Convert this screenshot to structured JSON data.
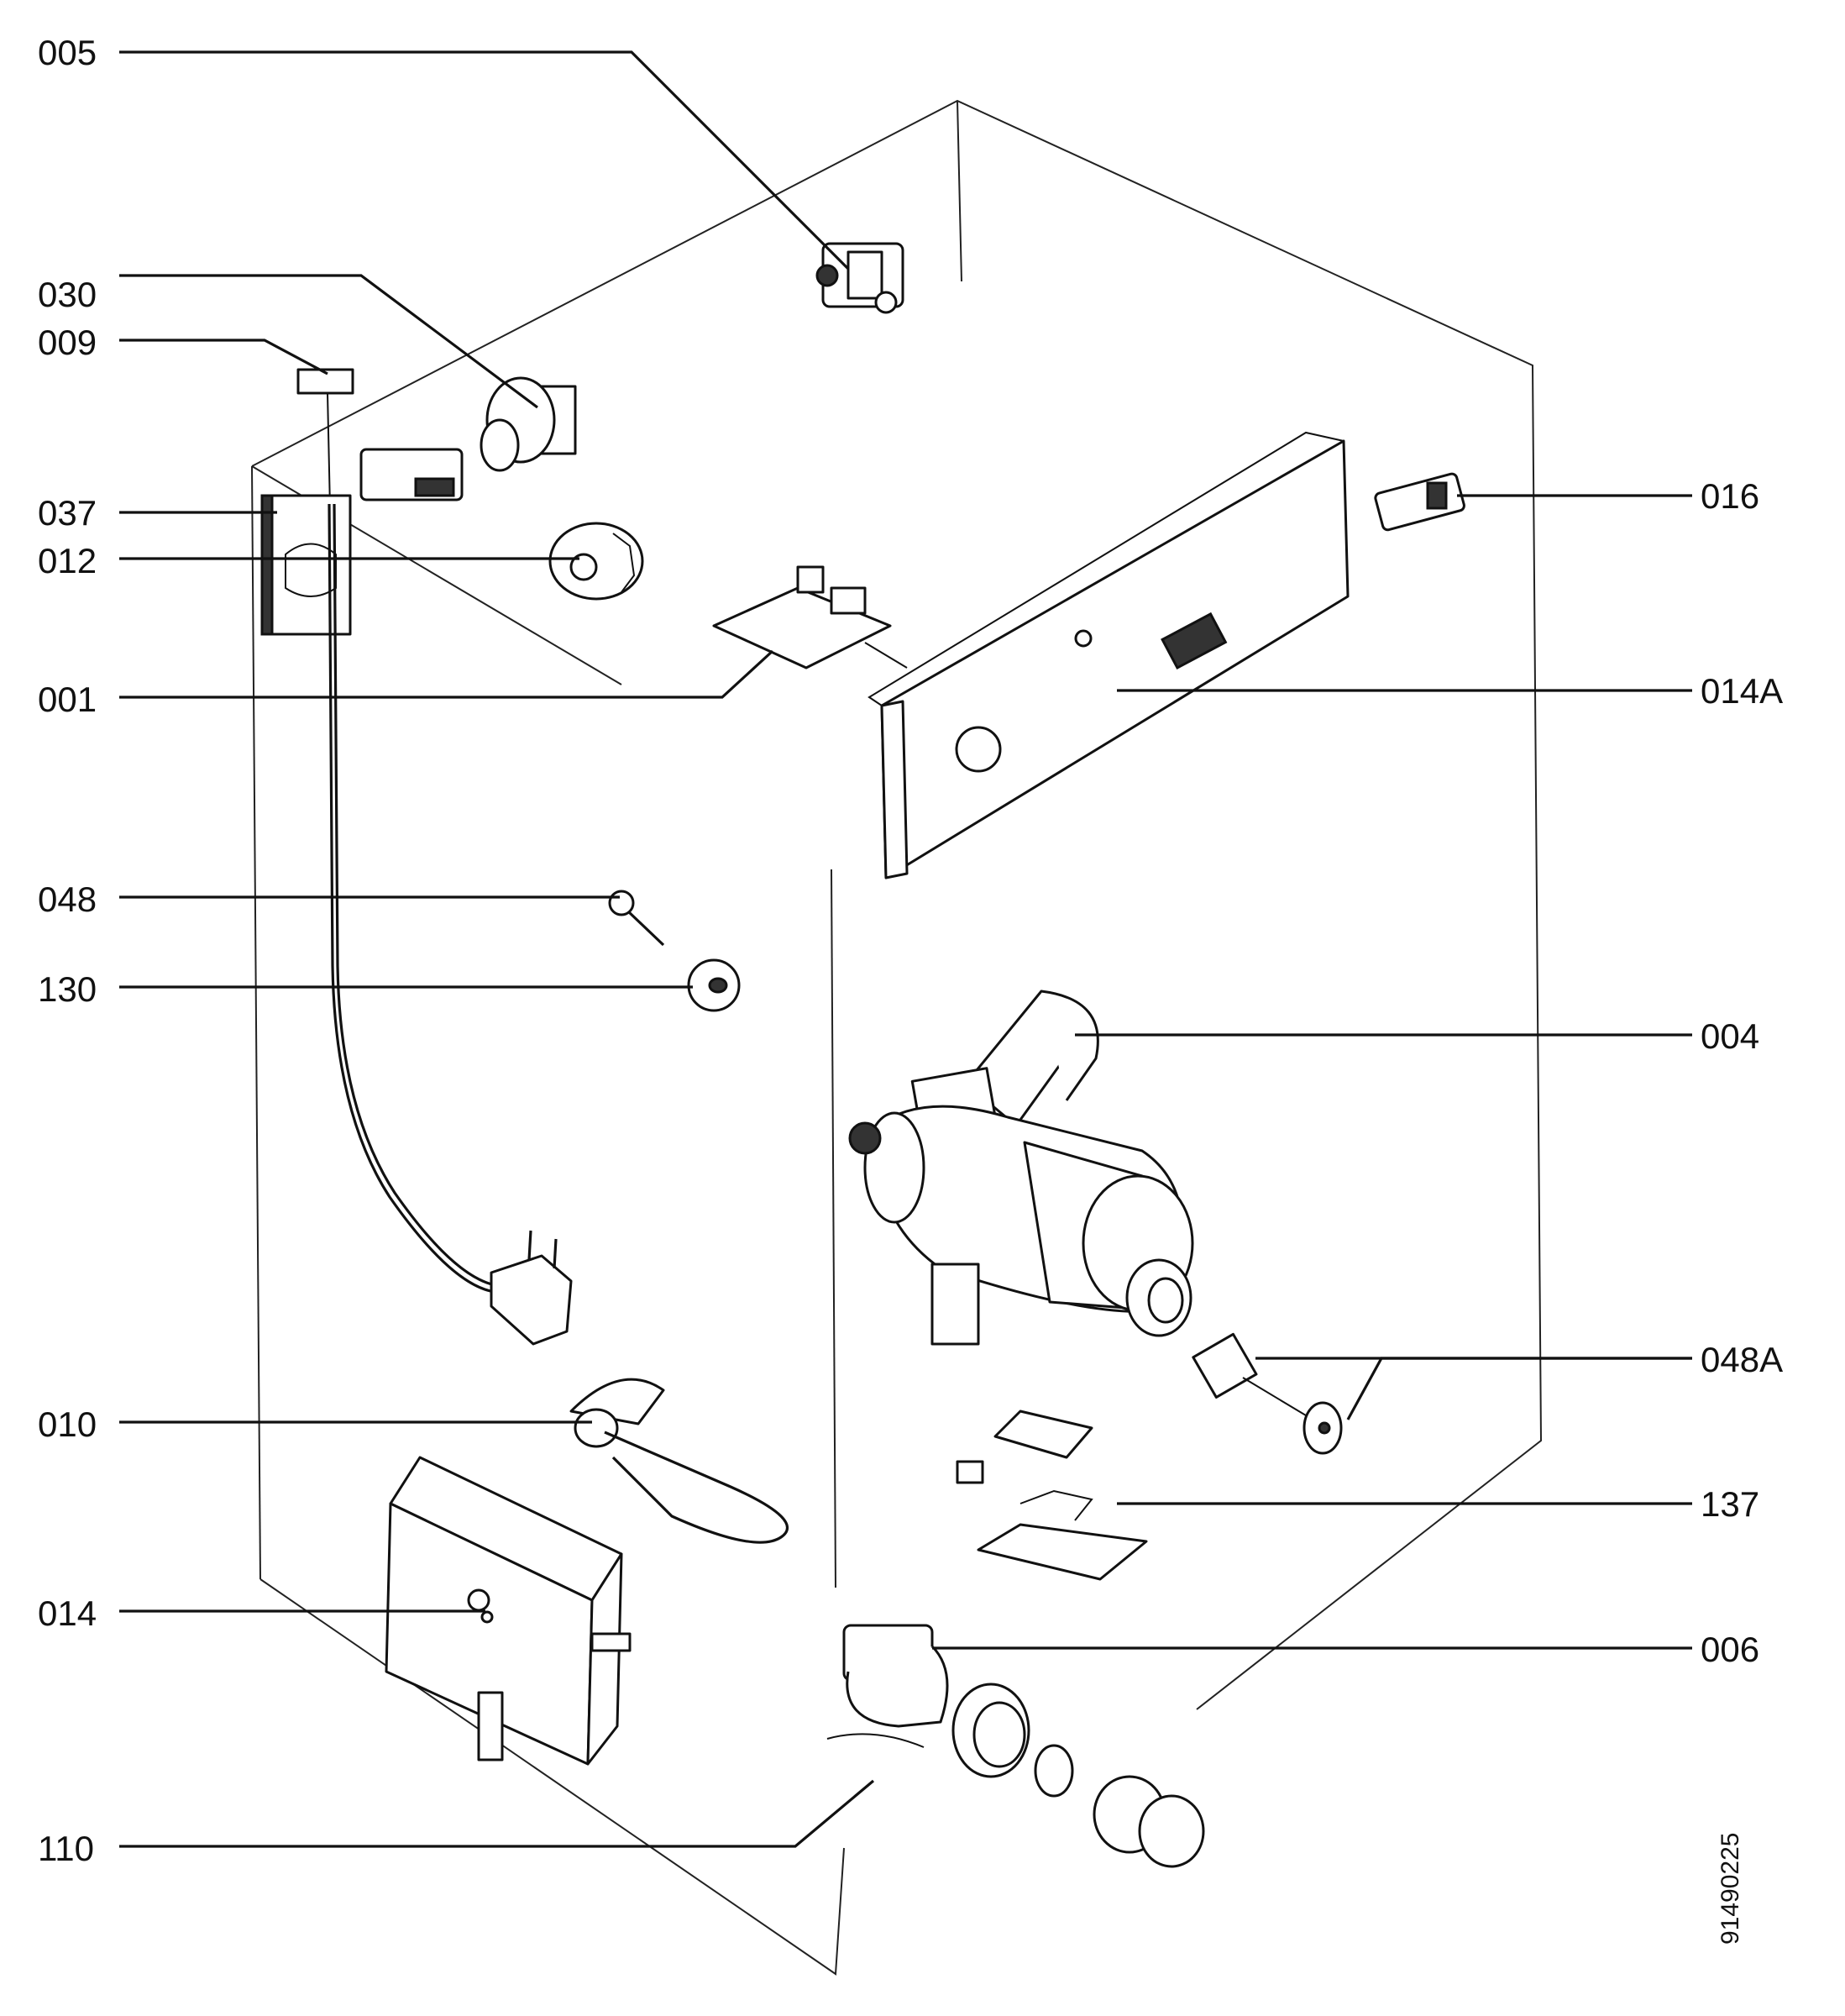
{
  "labels": {
    "l005": "005",
    "l030": "030",
    "l009": "009",
    "l037": "037",
    "l012": "012",
    "l001": "001",
    "l048": "048",
    "l130": "130",
    "l010": "010",
    "l014": "014",
    "l110": "110",
    "l016": "016",
    "l014A": "014A",
    "l004": "004",
    "l048A": "048A",
    "l137": "137",
    "l006": "006"
  },
  "document_id": "91490225"
}
